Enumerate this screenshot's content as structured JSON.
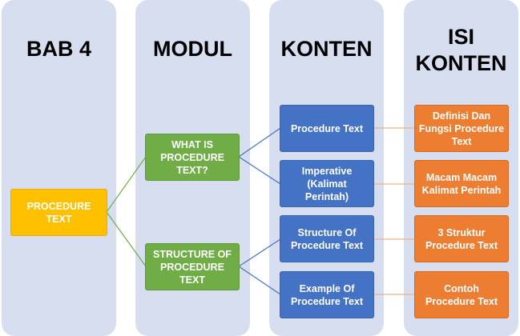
{
  "columns": {
    "bab": "BAB 4",
    "modul": "MODUL",
    "konten": "KONTEN",
    "isi": "ISI\nKONTEN"
  },
  "bab_node": "PROCEDURE\nTEXT",
  "modules": [
    "WHAT IS\nPROCEDURE\nTEXT?",
    "STRUCTURE OF\nPROCEDURE\nTEXT"
  ],
  "contents": [
    "Procedure Text",
    "Imperative\n(Kalimat\nPerintah)",
    "Structure Of\nProcedure Text",
    "Example Of\nProcedure Text"
  ],
  "details": [
    "Definisi Dan\nFungsi Procedure\nText",
    "Macam Macam\nKalimat Perintah",
    "3 Struktur\nProcedure Text",
    "Contoh\nProcedure Text"
  ],
  "colors": {
    "column_bg": "#d6def0",
    "yellow": "#ffc000",
    "green": "#70ad47",
    "blue": "#4472c4",
    "orange": "#ed7d31",
    "connector_green": "#70ad47",
    "connector_blue": "#4472c4",
    "connector_orange": "#f4b183"
  }
}
